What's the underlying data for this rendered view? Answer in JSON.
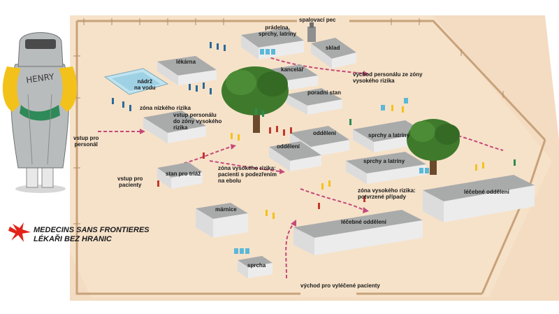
{
  "logo": {
    "line1": "MEDECINS SANS FRONTIERES",
    "line2": "LÉKAŘI BEZ HRANIC",
    "color": "#e2231a"
  },
  "figure": {
    "suit_name": "HENRY"
  },
  "labels": {
    "pradelna": "prádelna,\nsprchy, latríny",
    "spalovaci_pec": "spalovací pec",
    "sklad": "sklad",
    "lekarna": "lékárna",
    "kancelar": "kancelář",
    "vychod_personalu": "východ personálu ze zóny\nvysokého rizika",
    "nadrz": "nádrž\nna vodu",
    "poradni_stan": "poradní stan",
    "zona_nizkeho_rizika": "zóna nízkého rizika",
    "vstup_personalu_vysoke": "vstup personálu\ndo zóny vysokého\nrizika",
    "vstup_pro_personal": "vstup pro\npersonál",
    "oddeleni_1": "oddělení",
    "oddeleni_2": "oddělení",
    "sprchy_latriny_1": "sprchy a latríny",
    "sprchy_latriny_2": "sprchy a latríny",
    "zona_podezreni": "zóna vysokého rizika:\npacienti s podezřením\nna ebolu",
    "stan_pro_triaz": "stan pro triáž",
    "vstup_pro_pacienty": "vstup pro\npacienty",
    "zona_potvrzene": "zóna vysokého rizika:\npotvrzené případy",
    "lecebne_oddeleni_1": "léčebné oddělení",
    "lecebne_oddeleni_2": "léčebné oddělení",
    "marnice": "márnice",
    "sprcha": "sprcha",
    "vychod_vylecene": "východ pro vyléčené pacienty"
  },
  "colors": {
    "ground": "#f3dcc2",
    "fence": "#c8a27a",
    "building_wall": "#e9e9e9",
    "building_roof": "#a9abab",
    "tree": "#3f7a2c",
    "path_arrow": "#c44a7a",
    "suit_grey": "#b9bcbd",
    "apron_yellow": "#f2c21b",
    "glove_green": "#2e8a58"
  }
}
